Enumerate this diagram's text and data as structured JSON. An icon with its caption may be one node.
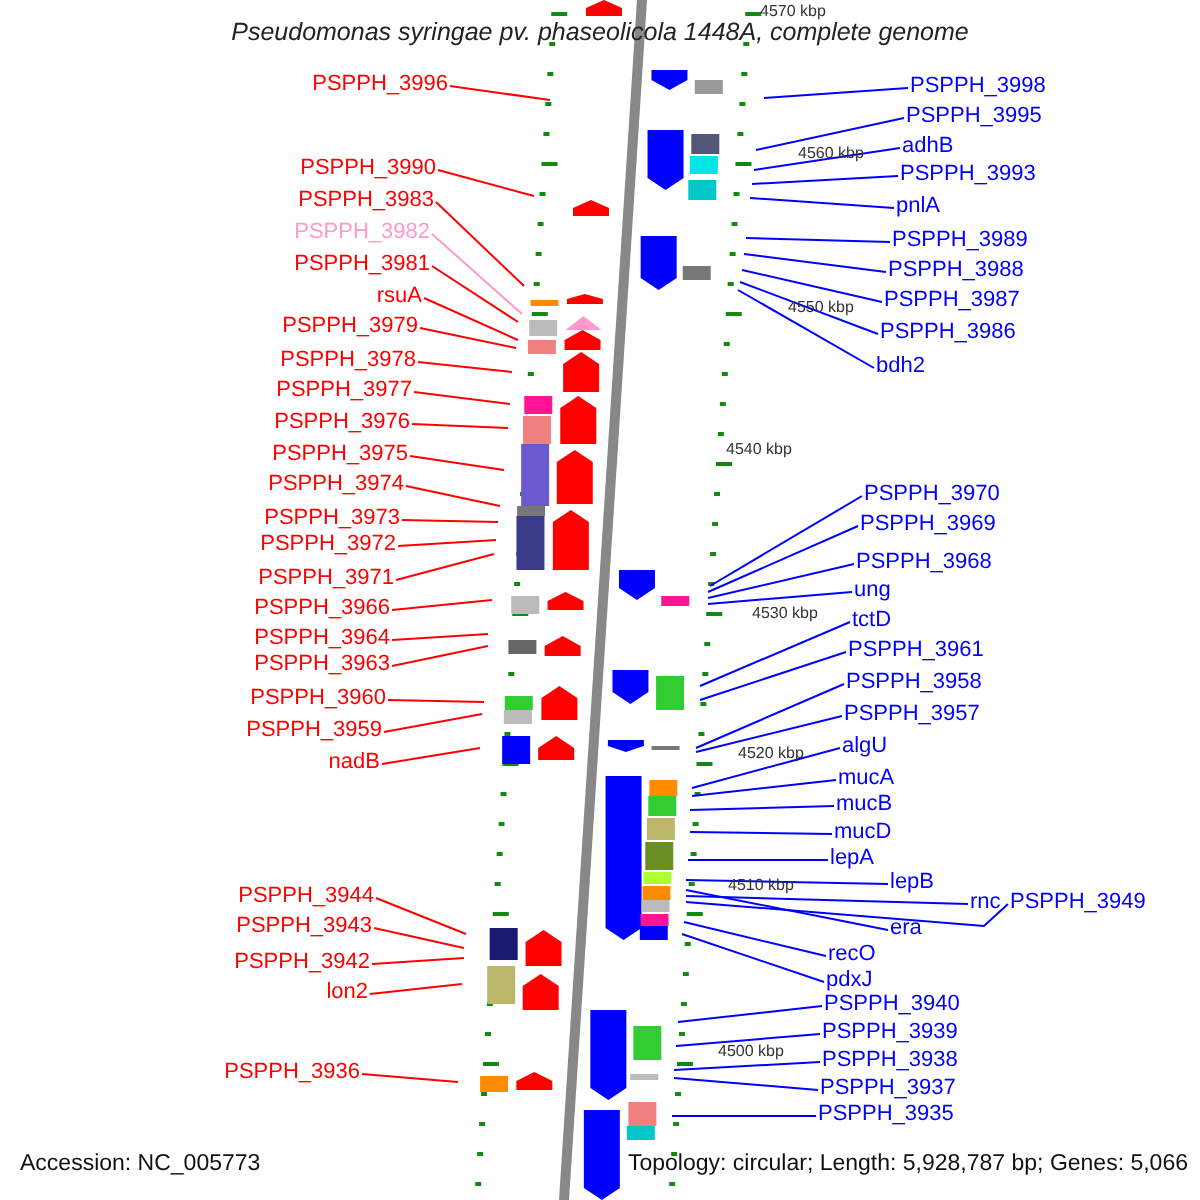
{
  "diagram": {
    "title": "Pseudomonas syringae pv. phaseolicola 1448A, complete genome",
    "nodes": [
      {
        "text": [
          "PSPPH_3996"
        ]
      },
      {
        "text": [
          "PSPPH_3990"
        ]
      },
      {
        "text": [
          "PSPPH_3983"
        ]
      },
      {
        "text": [
          "PSPPH_3982"
        ]
      },
      {
        "text": [
          "PSPPH_3981"
        ]
      },
      {
        "text": [
          "rsuA"
        ]
      },
      {
        "text": [
          "PSPPH_3979"
        ]
      },
      {
        "text": [
          "PSPPH_3978"
        ]
      },
      {
        "text": [
          "PSPPH_3977"
        ]
      },
      {
        "text": [
          "PSPPH_3976"
        ]
      },
      {
        "text": [
          "PSPPH_3975"
        ]
      },
      {
        "text": [
          "PSPPH_3974"
        ]
      },
      {
        "text": [
          "PSPPH_3973"
        ]
      },
      {
        "text": [
          "PSPPH_3972"
        ]
      },
      {
        "text": [
          "PSPPH_3971"
        ]
      },
      {
        "text": [
          "PSPPH_3966"
        ]
      },
      {
        "text": [
          "PSPPH_3964"
        ]
      },
      {
        "text": [
          "PSPPH_3963"
        ]
      },
      {
        "text": [
          "PSPPH_3960"
        ]
      },
      {
        "text": [
          "PSPPH_3959"
        ]
      },
      {
        "text": [
          "nadB"
        ]
      },
      {
        "text": [
          "PSPPH_3944"
        ]
      },
      {
        "text": [
          "PSPPH_3943"
        ]
      },
      {
        "text": [
          "PSPPH_3942"
        ]
      },
      {
        "text": [
          "lon2"
        ]
      },
      {
        "text": [
          "PSPPH_3936"
        ]
      },
      {
        "text": [
          "PSPPH_3998"
        ]
      },
      {
        "text": [
          "PSPPH_3995"
        ]
      },
      {
        "text": [
          "adhB"
        ]
      },
      {
        "text": [
          "PSPPH_3993"
        ]
      },
      {
        "text": [
          "pnlA"
        ]
      },
      {
        "text": [
          "PSPPH_3989"
        ]
      },
      {
        "text": [
          "PSPPH_3988"
        ]
      },
      {
        "text": [
          "PSPPH_3987"
        ]
      },
      {
        "text": [
          "PSPPH_3986"
        ]
      },
      {
        "text": [
          "bdh2"
        ]
      },
      {
        "text": [
          "PSPPH_3970"
        ]
      },
      {
        "text": [
          "PSPPH_3969"
        ]
      },
      {
        "text": [
          "PSPPH_3968"
        ]
      },
      {
        "text": [
          "ung"
        ]
      },
      {
        "text": [
          "tctD"
        ]
      },
      {
        "text": [
          "PSPPH_3961"
        ]
      },
      {
        "text": [
          "PSPPH_3958"
        ]
      },
      {
        "text": [
          "PSPPH_3957"
        ]
      },
      {
        "text": [
          "algU"
        ]
      },
      {
        "text": [
          "mucA"
        ]
      },
      {
        "text": [
          "mucB"
        ]
      },
      {
        "text": [
          "mucD"
        ]
      },
      {
        "text": [
          "lepA"
        ]
      },
      {
        "text": [
          "lepB"
        ]
      },
      {
        "text": [
          "era"
        ]
      },
      {
        "text": [
          "rnc"
        ]
      },
      {
        "text": [
          "PSPPH_3949"
        ]
      },
      {
        "text": [
          "recO"
        ]
      },
      {
        "text": [
          "pdxJ"
        ]
      },
      {
        "text": [
          "PSPPH_3940"
        ]
      },
      {
        "text": [
          "PSPPH_3939"
        ]
      },
      {
        "text": [
          "PSPPH_3938"
        ]
      },
      {
        "text": [
          "PSPPH_3937"
        ]
      },
      {
        "text": [
          "PSPPH_3935"
        ]
      }
    ],
    "edges": [
      {
        "from": 0,
        "to": null,
        "arrow": "none",
        "color": "#ff0000"
      },
      {
        "from": 1,
        "to": null,
        "arrow": "none",
        "color": "#ff0000"
      },
      {
        "from": 2,
        "to": null,
        "arrow": "none",
        "color": "#ff0000"
      },
      {
        "from": 3,
        "to": null,
        "arrow": "none",
        "color": "#ff99cc"
      },
      {
        "from": 4,
        "to": null,
        "arrow": "none",
        "color": "#ff0000"
      },
      {
        "from": 5,
        "to": null,
        "arrow": "none",
        "color": "#ff0000"
      },
      {
        "from": 6,
        "to": null,
        "arrow": "none",
        "color": "#ff0000"
      },
      {
        "from": 7,
        "to": null,
        "arrow": "none",
        "color": "#ff0000"
      },
      {
        "from": 8,
        "to": null,
        "arrow": "none",
        "color": "#ff0000"
      },
      {
        "from": 9,
        "to": null,
        "arrow": "none",
        "color": "#ff0000"
      },
      {
        "from": 10,
        "to": null,
        "arrow": "none",
        "color": "#ff0000"
      },
      {
        "from": 11,
        "to": null,
        "arrow": "none",
        "color": "#ff0000"
      },
      {
        "from": 12,
        "to": null,
        "arrow": "none",
        "color": "#ff0000"
      },
      {
        "from": 13,
        "to": null,
        "arrow": "none",
        "color": "#ff0000"
      },
      {
        "from": 14,
        "to": null,
        "arrow": "none",
        "color": "#ff0000"
      },
      {
        "from": 15,
        "to": null,
        "arrow": "none",
        "color": "#ff0000"
      },
      {
        "from": 16,
        "to": null,
        "arrow": "none",
        "color": "#ff0000"
      },
      {
        "from": 17,
        "to": null,
        "arrow": "none",
        "color": "#ff0000"
      },
      {
        "from": 18,
        "to": null,
        "arrow": "none",
        "color": "#ff0000"
      },
      {
        "from": 19,
        "to": null,
        "arrow": "none",
        "color": "#ff0000"
      },
      {
        "from": 20,
        "to": null,
        "arrow": "none",
        "color": "#ff0000"
      },
      {
        "from": 21,
        "to": null,
        "arrow": "none",
        "color": "#ff0000"
      },
      {
        "from": 22,
        "to": null,
        "arrow": "none",
        "color": "#ff0000"
      },
      {
        "from": 23,
        "to": null,
        "arrow": "none",
        "color": "#ff0000"
      },
      {
        "from": 24,
        "to": null,
        "arrow": "none",
        "color": "#ff0000"
      },
      {
        "from": 25,
        "to": null,
        "arrow": "none",
        "color": "#ff0000"
      },
      {
        "from": 26,
        "to": null,
        "arrow": "none"
      },
      {
        "from": 27,
        "to": null,
        "arrow": "none"
      },
      {
        "from": 28,
        "to": null,
        "arrow": "none"
      },
      {
        "from": 29,
        "to": null,
        "arrow": "none"
      },
      {
        "from": 30,
        "to": null,
        "arrow": "none"
      },
      {
        "from": 31,
        "to": null,
        "arrow": "none"
      },
      {
        "from": 32,
        "to": null,
        "arrow": "none"
      },
      {
        "from": 33,
        "to": null,
        "arrow": "none"
      },
      {
        "from": 34,
        "to": null,
        "arrow": "none"
      },
      {
        "from": 35,
        "to": null,
        "arrow": "none"
      },
      {
        "from": 36,
        "to": null,
        "arrow": "none"
      },
      {
        "from": 37,
        "to": null,
        "arrow": "none"
      },
      {
        "from": 38,
        "to": null,
        "arrow": "none"
      },
      {
        "from": 39,
        "to": null,
        "arrow": "none"
      },
      {
        "from": 40,
        "to": null,
        "arrow": "none"
      },
      {
        "from": 41,
        "to": null,
        "arrow": "none"
      },
      {
        "from": 42,
        "to": null,
        "arrow": "none"
      },
      {
        "from": 43,
        "to": null,
        "arrow": "none"
      },
      {
        "from": 44,
        "to": null,
        "arrow": "none"
      },
      {
        "from": 45,
        "to": null,
        "arrow": "none"
      },
      {
        "from": 46,
        "to": null,
        "arrow": "none"
      },
      {
        "from": 47,
        "to": null,
        "arrow": "none"
      },
      {
        "from": 48,
        "to": null,
        "arrow": "none"
      },
      {
        "from": 49,
        "to": null,
        "arrow": "none"
      },
      {
        "from": 50,
        "to": null,
        "arrow": "none"
      },
      {
        "from": 51,
        "to": null,
        "arrow": "none"
      },
      {
        "from": 52,
        "to": null,
        "arrow": "none"
      },
      {
        "from": 53,
        "to": null,
        "arrow": "none"
      },
      {
        "from": 54,
        "to": null,
        "arrow": "none"
      },
      {
        "from": 55,
        "to": null,
        "arrow": "none"
      },
      {
        "from": 56,
        "to": null,
        "arrow": "none"
      },
      {
        "from": 57,
        "to": null,
        "arrow": "none"
      },
      {
        "from": 58,
        "to": null,
        "arrow": "none"
      },
      {
        "from": 59,
        "to": null,
        "arrow": "none"
      }
    ],
    "labels": [
      "4570 kbp",
      "4560 kbp",
      "4550 kbp",
      "4540 kbp",
      "4530 kbp",
      "4520 kbp",
      "4510 kbp",
      "4500 kbp",
      "Accession: NC_005773",
      "Topology: circular; Length: 5,928,787 bp; Genes: 5,066"
    ]
  }
}
